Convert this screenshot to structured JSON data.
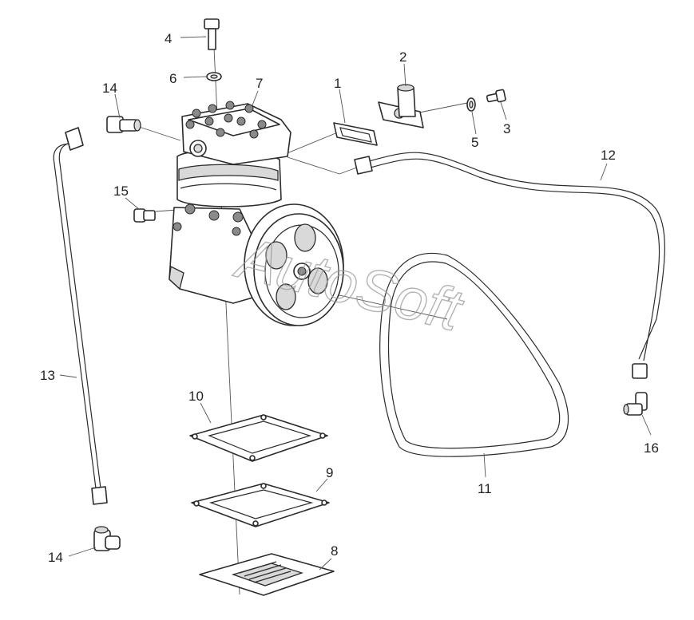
{
  "diagram": {
    "watermark": "AutoSoft",
    "callouts": [
      {
        "id": "c1",
        "label": "1"
      },
      {
        "id": "c2",
        "label": "2"
      },
      {
        "id": "c3",
        "label": "3"
      },
      {
        "id": "c4",
        "label": "4"
      },
      {
        "id": "c5",
        "label": "5"
      },
      {
        "id": "c6",
        "label": "6"
      },
      {
        "id": "c7",
        "label": "7"
      },
      {
        "id": "c8",
        "label": "8"
      },
      {
        "id": "c9",
        "label": "9"
      },
      {
        "id": "c10",
        "label": "10"
      },
      {
        "id": "c11",
        "label": "11"
      },
      {
        "id": "c12",
        "label": "12"
      },
      {
        "id": "c13",
        "label": "13"
      },
      {
        "id": "c14a",
        "label": "14"
      },
      {
        "id": "c14b",
        "label": "14"
      },
      {
        "id": "c15",
        "label": "15"
      },
      {
        "id": "c16",
        "label": "16"
      }
    ]
  }
}
